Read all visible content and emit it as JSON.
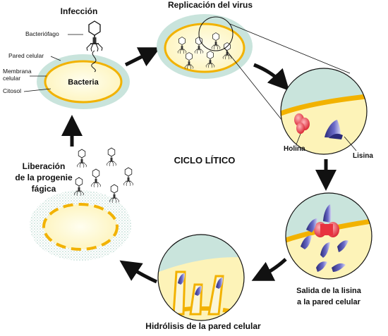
{
  "title": "CICLO LÍTICO",
  "stages": {
    "infeccion": "Infección",
    "replicacion": "Replicación del virus",
    "salida_line1": "Salida de la lisina",
    "salida_line2": "a la pared celular",
    "hidrolisis": "Hidrólisis de la pared celular",
    "liberacion_line1": "Liberación",
    "liberacion_line2": "de la progenie",
    "liberacion_line3": "fágica"
  },
  "labels": {
    "bacteriofago": "Bacteriófago",
    "pared_celular": "Pared celular",
    "membrana_line1": "Membrana",
    "membrana_line2": "celular",
    "citosol": "Citosol",
    "bacteria": "Bacteria",
    "holina": "Holina",
    "lisina": "Lisina"
  },
  "colors": {
    "cell_wall": "#c9e4dc",
    "membrane": "#f2b200",
    "cytosol": "#fdf7c6",
    "holin": "#e8323f",
    "lysin": "#3a3a8c",
    "arrow": "#111111"
  }
}
